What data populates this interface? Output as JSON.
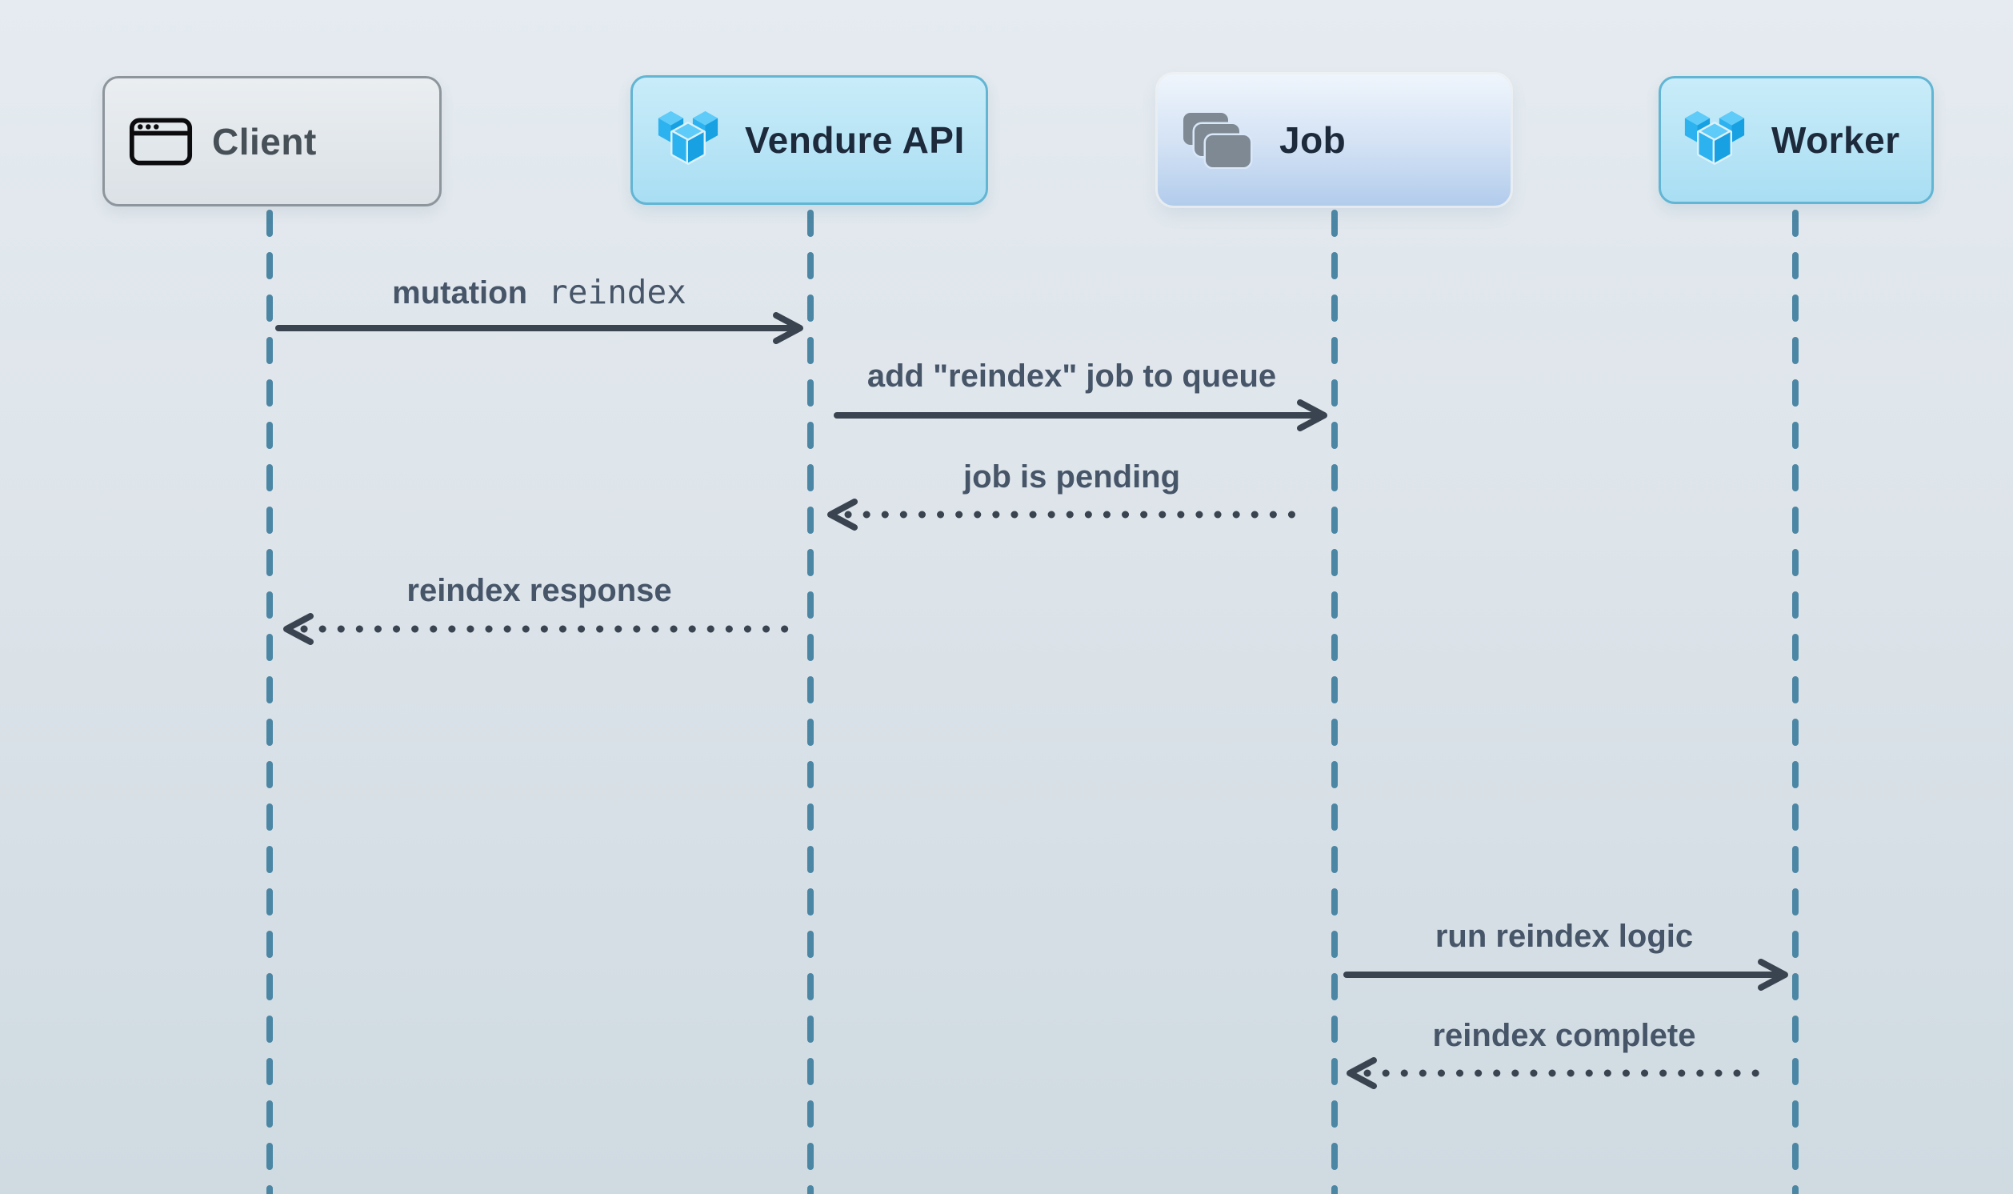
{
  "diagram": {
    "type": "sequence-diagram",
    "actors": [
      {
        "label": "Client",
        "icon": "browser-window-icon"
      },
      {
        "label": "Vendure API",
        "icon": "vendure-logo-icon"
      },
      {
        "label": "Job",
        "icon": "stacked-cards-icon"
      },
      {
        "label": "Worker",
        "icon": "vendure-logo-icon"
      }
    ],
    "messages": [
      {
        "from": "Client",
        "to": "Vendure API",
        "line": "solid",
        "direction": "right",
        "label": "mutation",
        "code": "reindex"
      },
      {
        "from": "Vendure API",
        "to": "Job",
        "line": "solid",
        "direction": "right",
        "label": "add \"reindex\" job to queue",
        "code": ""
      },
      {
        "from": "Job",
        "to": "Vendure API",
        "line": "dotted",
        "direction": "left",
        "label": "job is pending",
        "code": ""
      },
      {
        "from": "Vendure API",
        "to": "Client",
        "line": "dotted",
        "direction": "left",
        "label": "reindex response",
        "code": ""
      },
      {
        "from": "Job",
        "to": "Worker",
        "line": "solid",
        "direction": "right",
        "label": "run reindex logic",
        "code": ""
      },
      {
        "from": "Worker",
        "to": "Job",
        "line": "dotted",
        "direction": "left",
        "label": "reindex complete",
        "code": ""
      }
    ],
    "colors": {
      "background_top": "#e5ebf0",
      "background_bottom": "#cfdae1",
      "lifeline": "#4b86a4",
      "arrow": "#3a4451",
      "message_label": "#475569",
      "client_box_border": "#8e969d",
      "client_box_text": "#474f57",
      "blue_box_fill": "#b9e4f6",
      "blue_box_border": "#62b5d3",
      "blue_box_text": "#1d2a3c",
      "job_box_fill_top": "#eff5fc",
      "job_box_fill_bottom": "#b2ccec",
      "vendure_logo_blue": "#2cb2ef",
      "stacked_cards_gray": "#7e8994"
    }
  }
}
